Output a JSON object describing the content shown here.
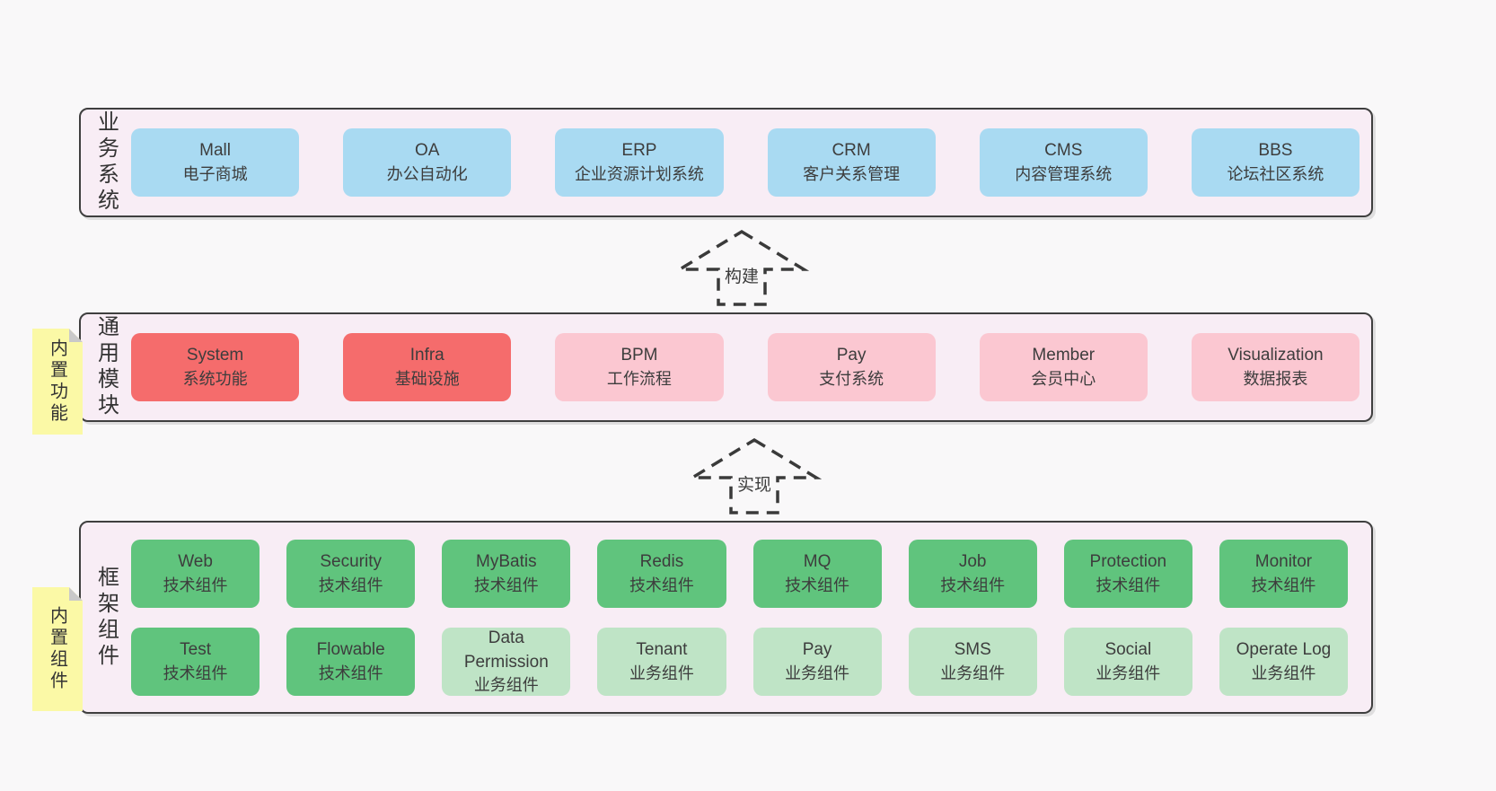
{
  "colors": {
    "page_bg": "#f9f8f9",
    "panel_bg": "#f8edf5",
    "panel_border": "#3f3f3f",
    "box_blue": "#a9daf2",
    "box_red": "#f56c6c",
    "box_pink": "#fbc7d1",
    "box_green_dark": "#60c47d",
    "box_green_light": "#bfe4c6",
    "note_yellow": "#fbf9a6",
    "note_fold_gray": "#c9c9c9",
    "text": "#3c3c3c"
  },
  "arrows": [
    {
      "label": "构建"
    },
    {
      "label": "实现"
    }
  ],
  "sections": {
    "business": {
      "label": "业务系统",
      "boxes": [
        {
          "name": "Mall",
          "subtitle": "电子商城"
        },
        {
          "name": "OA",
          "subtitle": "办公自动化"
        },
        {
          "name": "ERP",
          "subtitle": "企业资源计划系统"
        },
        {
          "name": "CRM",
          "subtitle": "客户关系管理"
        },
        {
          "name": "CMS",
          "subtitle": "内容管理系统"
        },
        {
          "name": "BBS",
          "subtitle": "论坛社区系统"
        }
      ]
    },
    "modules": {
      "label": "通用模块",
      "note": "内置功能",
      "boxes": [
        {
          "name": "System",
          "subtitle": "系统功能",
          "variant": "red"
        },
        {
          "name": "Infra",
          "subtitle": "基础设施",
          "variant": "red"
        },
        {
          "name": "BPM",
          "subtitle": "工作流程",
          "variant": "pink"
        },
        {
          "name": "Pay",
          "subtitle": "支付系统",
          "variant": "pink"
        },
        {
          "name": "Member",
          "subtitle": "会员中心",
          "variant": "pink"
        },
        {
          "name": "Visualization",
          "subtitle": "数据报表",
          "variant": "pink"
        }
      ]
    },
    "components": {
      "label": "框架组件",
      "note": "内置组件",
      "row1": [
        {
          "name": "Web",
          "subtitle": "技术组件",
          "variant": "green-dark"
        },
        {
          "name": "Security",
          "subtitle": "技术组件",
          "variant": "green-dark"
        },
        {
          "name": "MyBatis",
          "subtitle": "技术组件",
          "variant": "green-dark"
        },
        {
          "name": "Redis",
          "subtitle": "技术组件",
          "variant": "green-dark"
        },
        {
          "name": "MQ",
          "subtitle": "技术组件",
          "variant": "green-dark"
        },
        {
          "name": "Job",
          "subtitle": "技术组件",
          "variant": "green-dark"
        },
        {
          "name": "Protection",
          "subtitle": "技术组件",
          "variant": "green-dark"
        },
        {
          "name": "Monitor",
          "subtitle": "技术组件",
          "variant": "green-dark"
        }
      ],
      "row2": [
        {
          "name": "Test",
          "subtitle": "技术组件",
          "variant": "green-dark"
        },
        {
          "name": "Flowable",
          "subtitle": "技术组件",
          "variant": "green-dark"
        },
        {
          "name": "Data Permission",
          "subtitle": "业务组件",
          "variant": "green-light"
        },
        {
          "name": "Tenant",
          "subtitle": "业务组件",
          "variant": "green-light"
        },
        {
          "name": "Pay",
          "subtitle": "业务组件",
          "variant": "green-light"
        },
        {
          "name": "SMS",
          "subtitle": "业务组件",
          "variant": "green-light"
        },
        {
          "name": "Social",
          "subtitle": "业务组件",
          "variant": "green-light"
        },
        {
          "name": "Operate Log",
          "subtitle": "业务组件",
          "variant": "green-light"
        }
      ]
    }
  }
}
